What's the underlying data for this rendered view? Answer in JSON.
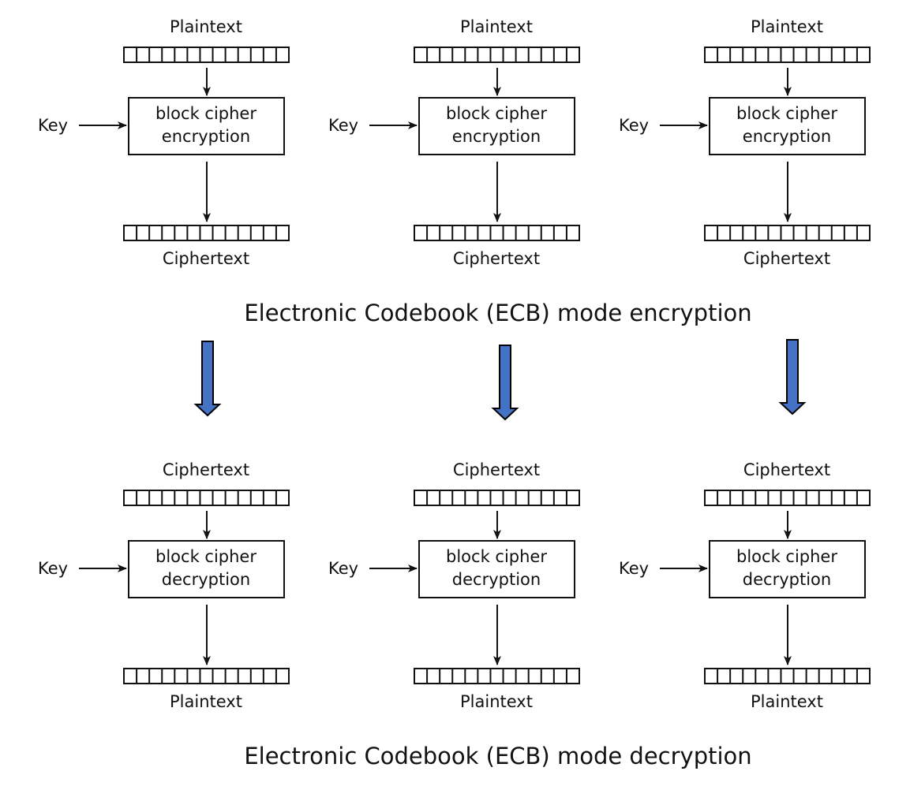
{
  "sections": [
    {
      "id": "encryption",
      "caption": "Electronic Codebook (ECB) mode encryption",
      "units": [
        {
          "input_label": "Plaintext",
          "key_label": "Key",
          "box_line1": "block cipher",
          "box_line2": "encryption",
          "output_label": "Ciphertext"
        },
        {
          "input_label": "Plaintext",
          "key_label": "Key",
          "box_line1": "block cipher",
          "box_line2": "encryption",
          "output_label": "Ciphertext"
        },
        {
          "input_label": "Plaintext",
          "key_label": "Key",
          "box_line1": "block cipher",
          "box_line2": "encryption",
          "output_label": "Ciphertext"
        }
      ]
    },
    {
      "id": "decryption",
      "caption": "Electronic Codebook (ECB) mode decryption",
      "units": [
        {
          "input_label": "Ciphertext",
          "key_label": "Key",
          "box_line1": "block cipher",
          "box_line2": "decryption",
          "output_label": "Plaintext"
        },
        {
          "input_label": "Ciphertext",
          "key_label": "Key",
          "box_line1": "block cipher",
          "box_line2": "decryption",
          "output_label": "Plaintext"
        },
        {
          "input_label": "Ciphertext",
          "key_label": "Key",
          "box_line1": "block cipher",
          "box_line2": "decryption",
          "output_label": "Plaintext"
        }
      ]
    }
  ],
  "block_cells": 13,
  "transition_arrows": 3,
  "colors": {
    "ink": "#111111",
    "transition_arrow_fill": "#4472c4",
    "transition_arrow_stroke": "#000000",
    "background": "#ffffff"
  }
}
